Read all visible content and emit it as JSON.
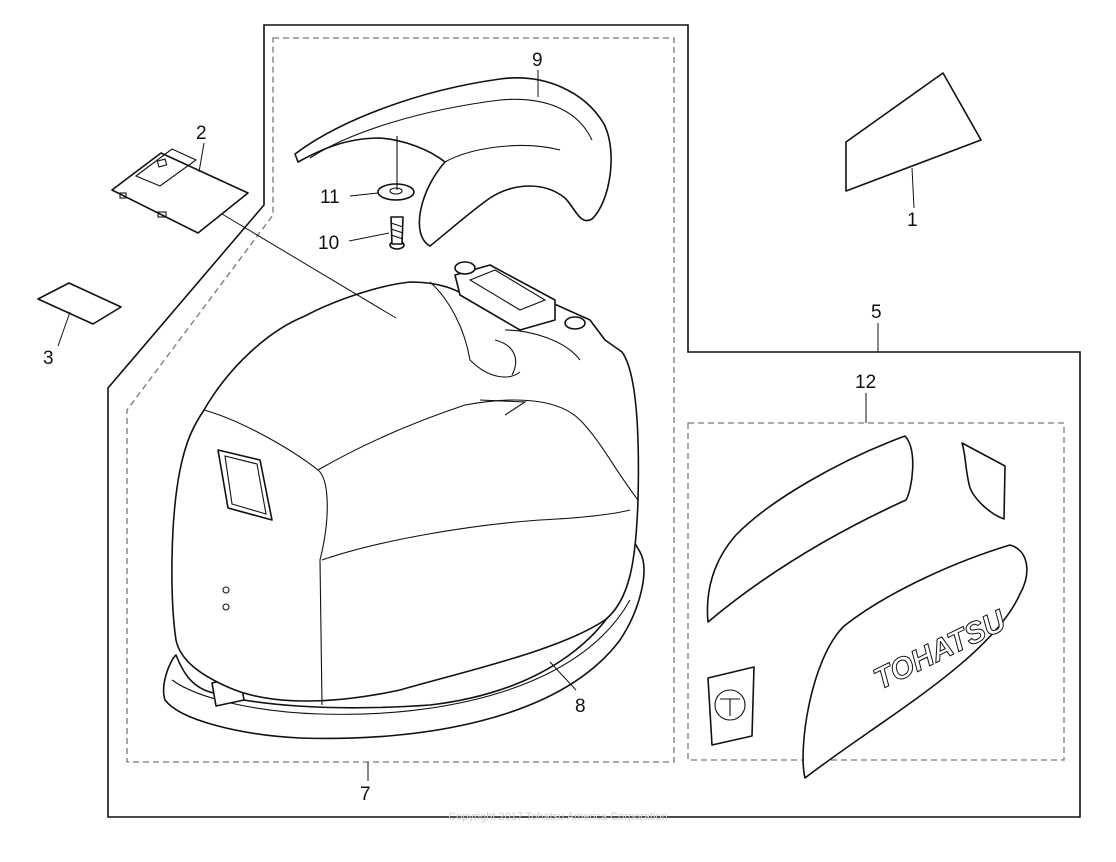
{
  "callouts": {
    "c1": "1",
    "c2": "2",
    "c3": "3",
    "c5": "5",
    "c7": "7",
    "c8": "8",
    "c9": "9",
    "c10": "10",
    "c11": "11",
    "c12": "12"
  },
  "decal_brand_text": "TOHATSU",
  "copyright": "Copyright 2017 Tohatsu America Corporation"
}
